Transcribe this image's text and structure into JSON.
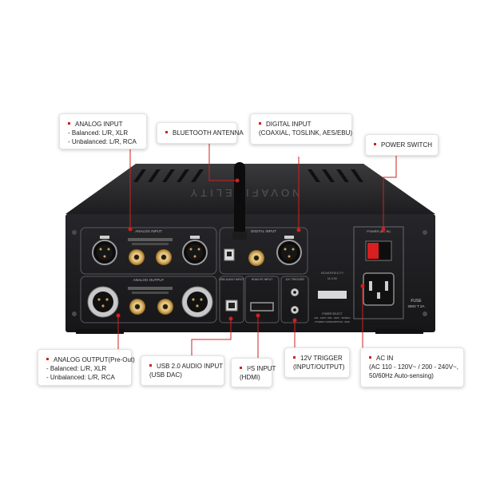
{
  "callouts": {
    "analog_input": {
      "title": "ANALOG INPUT",
      "line2": "- Balanced: L/R, XLR",
      "line3": "- Unbalanced: L/R, RCA"
    },
    "bluetooth": {
      "title": "BLUETOOTH ANTENNA"
    },
    "digital_input": {
      "title": "DIGITAL INPUT",
      "line2": "(COAXIAL, TOSLINK, AES/EBU)"
    },
    "power_switch": {
      "title": "POWER SWITCH"
    },
    "analog_output": {
      "title": "ANALOG OUTPUT(Pre-Out)",
      "line2": "- Balanced: L/R, XLR",
      "line3": "- Unbalanced: L/R, RCA"
    },
    "usb": {
      "title": "USB 2.0 AUDIO INPUT",
      "line2": "(USB DAC)"
    },
    "i2s": {
      "title": "I²S INPUT",
      "line2": "(HDMI)"
    },
    "trigger": {
      "title": "12V TRIGGER",
      "line2": "(INPUT/OUTPUT)"
    },
    "ac_in": {
      "title": "AC IN",
      "line2": "(AC 110 - 120V~ / 200 - 240V~,",
      "line3": "50/60Hz Auto-sensing)"
    }
  },
  "panel": {
    "analog_input": "ANALOG INPUT",
    "analog_output": "ANALOG OUTPUT",
    "digital_input": "DIGITAL INPUT",
    "usb_audio": "USB AUDIO INPUT",
    "hdmi": "HDMI-I²S INPUT",
    "trigger": "12V TRIGGER",
    "power": "POWER (AC IN)",
    "fuse_line1": "FUSE",
    "fuse_line2": "250V T 2A",
    "brand": "NOVAFIDELITY",
    "model": "M-X30",
    "power_select": "POWER SELECT",
    "voltage": "100 - 120V / 200 - 240V - 50/60Hz",
    "consumption": "POWER CONSUMPTION : 60W"
  },
  "colors": {
    "accent": "#d0201f",
    "chassis": "#1b1b1d",
    "panel": "#232326"
  }
}
